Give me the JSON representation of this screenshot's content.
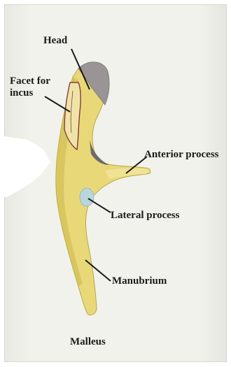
{
  "labels": {
    "head": "Head",
    "facet": "Facet for\nincus",
    "anterior": "Anterior process",
    "lateral": "Lateral process",
    "manubrium": "Manubrium"
  },
  "title": "Malleus",
  "colors": {
    "paper": "#f2f2ec",
    "bone": "#e8d878",
    "bone_shade": "#cdbb4f",
    "head_grey": "#9a9494",
    "facet_red": "#8a3b3b",
    "lateral_blue": "#b8d6dc",
    "ink": "#1a1a1a"
  }
}
